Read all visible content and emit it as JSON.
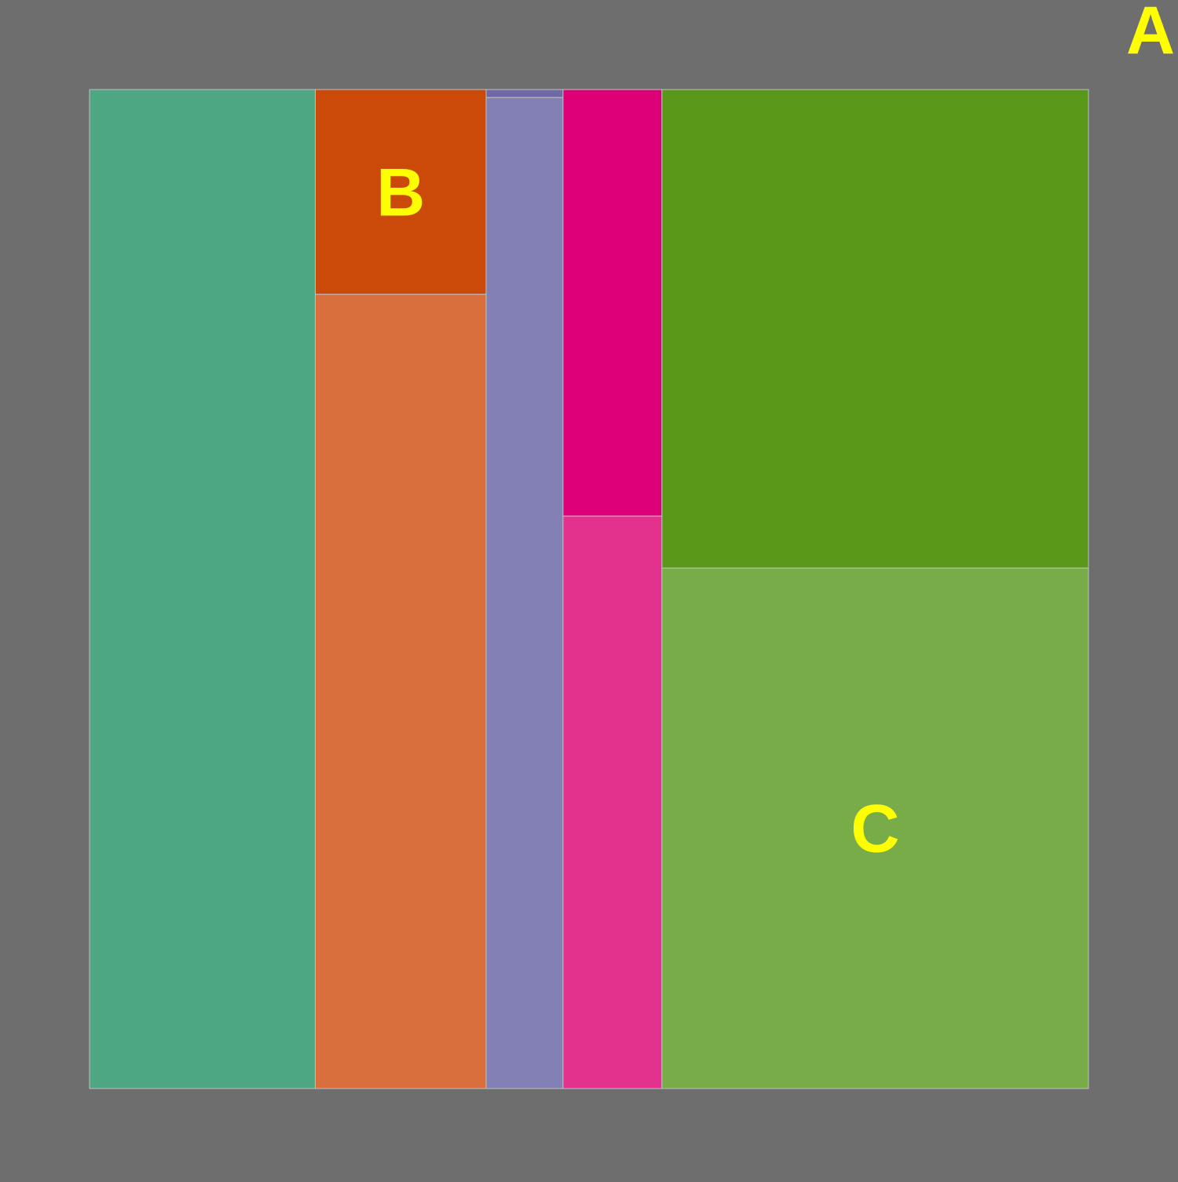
{
  "background_color": "#6e6e6e",
  "label_color": "#ffff00",
  "border_color": "#bfbfbf",
  "corner_label": "A",
  "chart_data": {
    "type": "treemap",
    "title": "",
    "groups": [
      {
        "color": "#4ea783",
        "items": [
          {
            "value": 100,
            "color": "#4ea783",
            "label": ""
          }
        ]
      },
      {
        "color": "#d96f3c",
        "items": [
          {
            "value": 20.5,
            "color": "#cb4a09",
            "label": "B"
          },
          {
            "value": 79.5,
            "color": "#d96f3c",
            "label": ""
          }
        ]
      },
      {
        "color": "#8380b6",
        "items": [
          {
            "value": 0.8,
            "color": "#6f68a7",
            "label": ""
          },
          {
            "value": 99.2,
            "color": "#8380b6",
            "label": ""
          }
        ]
      },
      {
        "color": "#de0077",
        "items": [
          {
            "value": 42.7,
            "color": "#de0077",
            "label": ""
          },
          {
            "value": 57.3,
            "color": "#e3318e",
            "label": ""
          }
        ]
      },
      {
        "color": "#599818",
        "items": [
          {
            "value": 47.9,
            "color": "#599818",
            "label": ""
          },
          {
            "value": 52.1,
            "color": "#78ac48",
            "label": "C"
          }
        ]
      }
    ],
    "group_weights": [
      22.6,
      17.1,
      7.7,
      9.9,
      42.7
    ]
  }
}
